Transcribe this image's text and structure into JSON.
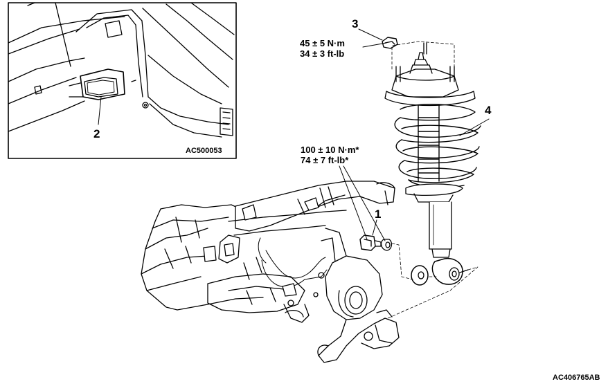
{
  "inset": {
    "callout": "2",
    "code": "AC500053"
  },
  "callouts": {
    "c1": "1",
    "c3": "3",
    "c4": "4"
  },
  "torque_top": {
    "line1": "45 ± 5 N·m",
    "line2": "34 ± 3 ft-lb"
  },
  "torque_mid": {
    "line1": "100 ± 10 N·m*",
    "line2": "74 ± 7 ft-lb*"
  },
  "figure_code": "AC406765AB",
  "colors": {
    "line": "#000000",
    "background": "#ffffff"
  }
}
